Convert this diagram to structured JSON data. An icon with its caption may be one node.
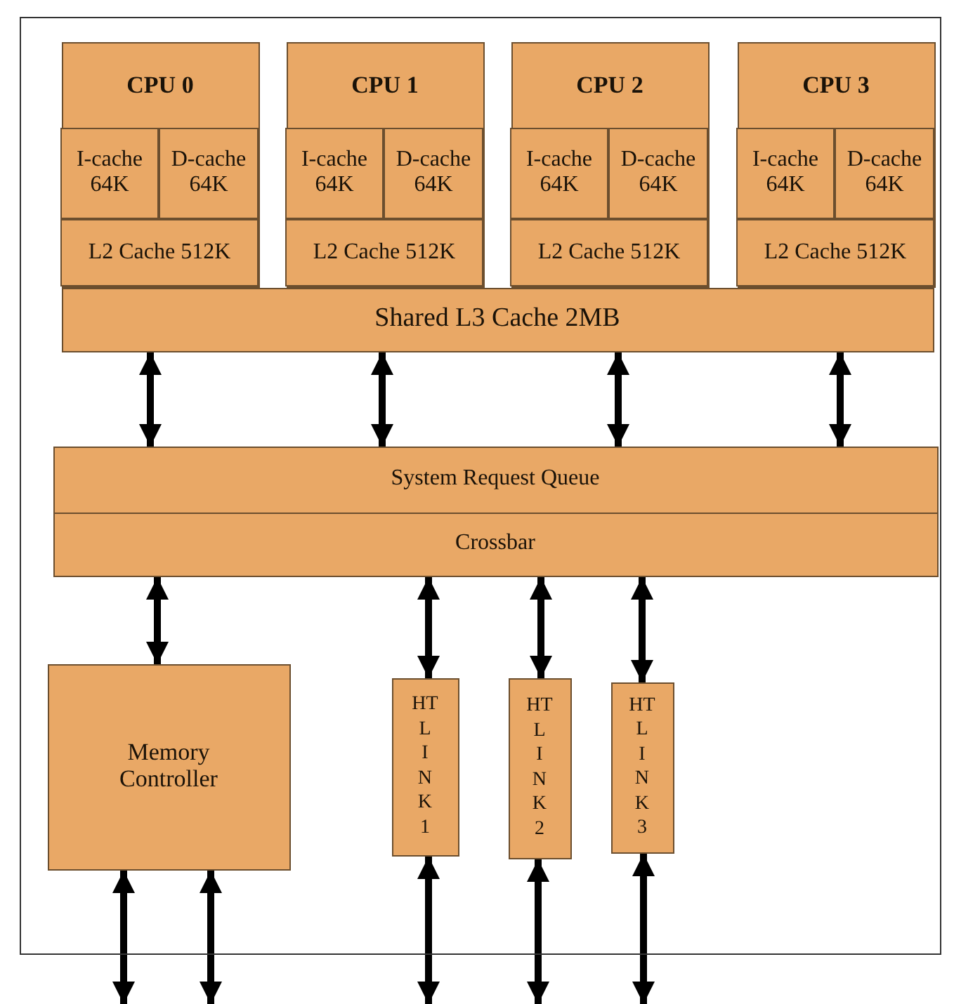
{
  "diagram": {
    "nodes": [
      {
        "text": [],
        "shape": "box"
      },
      {
        "text": [
          "CPU 0"
        ],
        "in": 0
      },
      {
        "text": [
          "I-cache 64K"
        ],
        "in": 1
      },
      {
        "text": [
          "D-cache 64K"
        ],
        "in": 1
      },
      {
        "text": [
          "L2 Cache 512K"
        ],
        "in": 1
      },
      {
        "text": [
          "CPU 1"
        ],
        "in": 0
      },
      {
        "text": [
          "I-cache 64K"
        ],
        "in": 5
      },
      {
        "text": [
          "D-cache 64K"
        ],
        "in": 5
      },
      {
        "text": [
          "L2 Cache 512K"
        ],
        "in": 5
      },
      {
        "text": [
          "CPU 2"
        ],
        "in": 0
      },
      {
        "text": [
          "I-cache 64K"
        ],
        "in": 9
      },
      {
        "text": [
          "D-cache 64K"
        ],
        "in": 9
      },
      {
        "text": [
          "L2 Cache 512K"
        ],
        "in": 9
      },
      {
        "text": [
          "CPU 3"
        ],
        "in": 0
      },
      {
        "text": [
          "I-cache 64K"
        ],
        "in": 13
      },
      {
        "text": [
          "D-cache 64K"
        ],
        "in": 13
      },
      {
        "text": [
          "L2 Cache 512K"
        ],
        "in": 13
      },
      {
        "text": [
          "Shared L3 Cache 2MB"
        ],
        "in": 0
      },
      {
        "text": [
          "System Request Queue"
        ],
        "in": 0
      },
      {
        "text": [
          "Crossbar"
        ],
        "in": 0
      },
      {
        "text": [
          "Memory Controller"
        ],
        "in": 0
      },
      {
        "text": [
          "HT L I N K 1"
        ],
        "in": 0
      },
      {
        "text": [
          "HT L I N K 2"
        ],
        "in": 0
      },
      {
        "text": [
          "HT L I N K 3"
        ],
        "in": 0
      }
    ],
    "edges": [
      {
        "from": 17,
        "to": 18,
        "arrow": "both"
      },
      {
        "from": 17,
        "to": 18,
        "arrow": "both"
      },
      {
        "from": 17,
        "to": 18,
        "arrow": "both"
      },
      {
        "from": 17,
        "to": 18,
        "arrow": "both"
      },
      {
        "from": 19,
        "to": 20,
        "arrow": "both"
      },
      {
        "from": 19,
        "to": 21,
        "arrow": "both"
      },
      {
        "from": 19,
        "to": 22,
        "arrow": "both"
      },
      {
        "from": 19,
        "to": 23,
        "arrow": "both"
      },
      {
        "from": 20,
        "to": null,
        "arrow": "both"
      },
      {
        "from": 20,
        "to": null,
        "arrow": "both"
      },
      {
        "from": 21,
        "to": null,
        "arrow": "both"
      },
      {
        "from": 22,
        "to": null,
        "arrow": "both"
      },
      {
        "from": 23,
        "to": null,
        "arrow": "both"
      }
    ]
  }
}
